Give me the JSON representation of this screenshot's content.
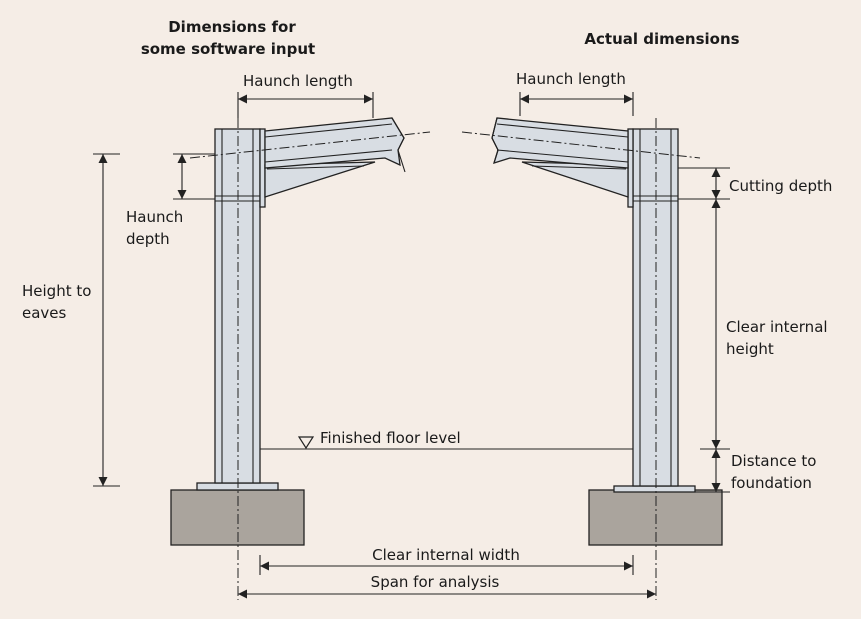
{
  "colors": {
    "background": "#f5ede6",
    "steel": "#d8dde3",
    "foundation": "#aaa49d",
    "line": "#222222"
  },
  "headers": {
    "software_line1": "Dimensions for",
    "software_line2": "some software input",
    "actual": "Actual dimensions"
  },
  "labels": {
    "haunch_length_left": "Haunch length",
    "haunch_length_right": "Haunch length",
    "haunch_depth_line1": "Haunch",
    "haunch_depth_line2": "depth",
    "height_to_eaves_line1": "Height to",
    "height_to_eaves_line2": "eaves",
    "cutting_depth": "Cutting depth",
    "clear_internal_height_line1": "Clear internal",
    "clear_internal_height_line2": "height",
    "distance_to_foundation_line1": "Distance to",
    "distance_to_foundation_line2": "foundation",
    "finished_floor_level": "Finished floor level",
    "clear_internal_width": "Clear internal width",
    "span_for_analysis": "Span for analysis"
  }
}
